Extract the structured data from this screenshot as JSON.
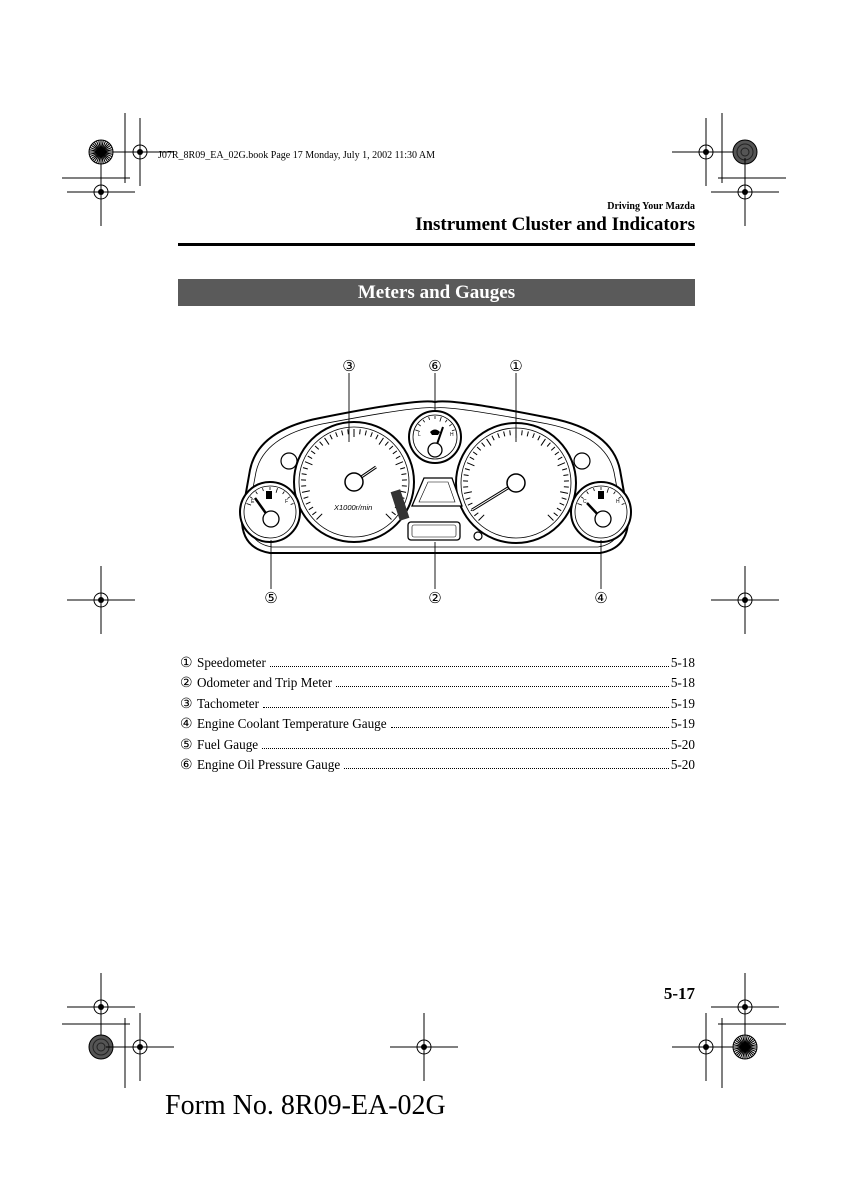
{
  "header": {
    "file_line": "J07R_8R09_EA_02G.book  Page 17  Monday, July 1, 2002  11:30 AM",
    "section": "Driving Your Mazda",
    "title": "Instrument Cluster and Indicators"
  },
  "banner": {
    "title": "Meters and Gauges"
  },
  "figure": {
    "callouts": [
      "①",
      "②",
      "③",
      "④",
      "⑤",
      "⑥"
    ],
    "tach_unit": "X1000r/min",
    "fuel_empty": "E",
    "fuel_full": "F",
    "temp_cold": "C",
    "temp_hot": "H",
    "oil_low": "L",
    "oil_high": "H"
  },
  "toc": [
    {
      "num": "①",
      "label": "Speedometer",
      "page": "5-18"
    },
    {
      "num": "②",
      "label": "Odometer and Trip Meter",
      "page": "5-18"
    },
    {
      "num": "③",
      "label": "Tachometer",
      "page": "5-19"
    },
    {
      "num": "④",
      "label": "Engine Coolant Temperature Gauge",
      "page": "5-19"
    },
    {
      "num": "⑤",
      "label": "Fuel Gauge",
      "page": "5-20"
    },
    {
      "num": "⑥",
      "label": "Engine Oil Pressure Gauge",
      "page": "5-20"
    }
  ],
  "footer": {
    "page_number": "5-17",
    "form_number": "Form No. 8R09-EA-02G"
  }
}
